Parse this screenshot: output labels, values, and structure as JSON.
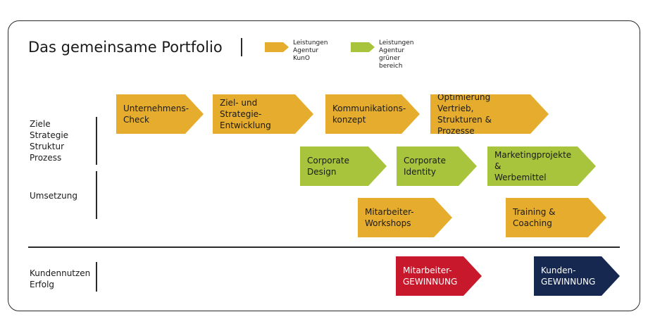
{
  "title": "Das gemeinsame Portfolio",
  "legend": [
    {
      "text": "Leistungen\nAgentur KunO",
      "color": "#e5ac2e"
    },
    {
      "text": "Leistungen\nAgentur grüner bereich",
      "color": "#a7c43c"
    }
  ],
  "rows": {
    "ziele": "Ziele\nStrategie\nStruktur\nProzess",
    "umsetzung": "Umsetzung",
    "kundennutzen": "Kundennutzen\nErfolg"
  },
  "steps": {
    "unternehmens_check": "Unternehmens-\nCheck",
    "strategie": "Ziel- und Strategie-\nEntwicklung",
    "kommunikation": "Kommunikations-\nkonzept",
    "optimierung": "Optimierung Vertrieb,\nStrukturen & Prozesse",
    "corporate_design": "Corporate\nDesign",
    "corporate_identity": "Corporate\nIdentity",
    "marketing": "Marketingprojekte &\nWerbemittel",
    "workshops": "Mitarbeiter-\nWorkshops",
    "training": "Training &\nCoaching",
    "mitarbeiter_gewinnung": "Mitarbeiter-\nGEWINNUNG",
    "kunden_gewinnung": "Kunden-\nGEWINNUNG"
  },
  "colors": {
    "orange": "#e5ac2e",
    "green": "#a7c43c",
    "red": "#c8192c",
    "navy": "#16284f"
  }
}
